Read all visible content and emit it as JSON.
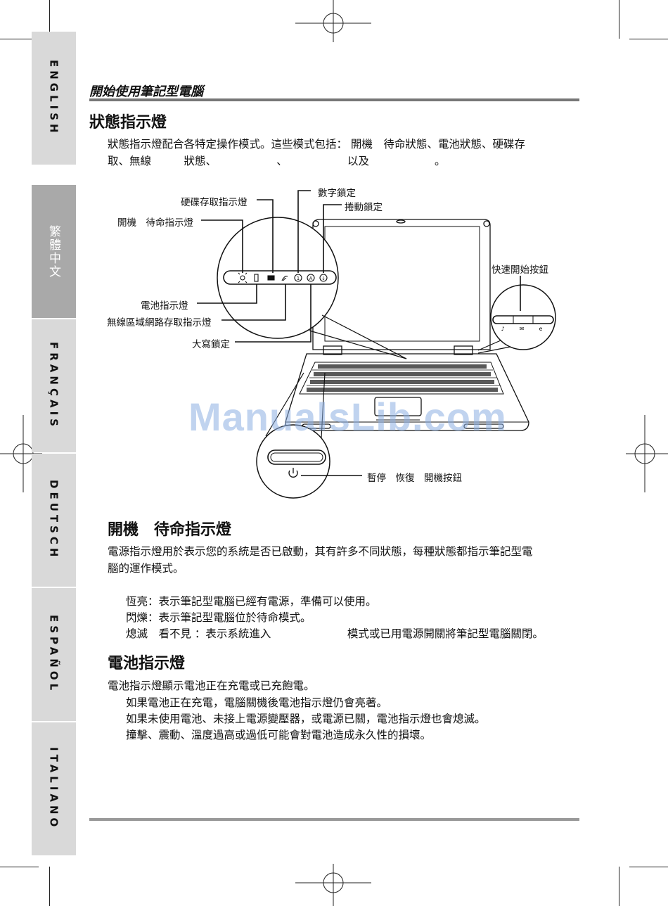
{
  "header": {
    "title": "開始使用筆記型電腦"
  },
  "tabs": [
    {
      "label": "ENGLISH",
      "active": false
    },
    {
      "label": "繁體中文",
      "active": true
    },
    {
      "label": "FRANÇAIS",
      "active": false
    },
    {
      "label": "DEUTSCH",
      "active": false
    },
    {
      "label": "ESPAÑOL",
      "active": false
    },
    {
      "label": "ITALIANO",
      "active": false
    }
  ],
  "status_section": {
    "heading": "狀態指示燈",
    "intro_line1": "狀態指示燈配合各特定操作模式。這些模式包括： 開機　待命狀態、電池狀態、硬碟存",
    "intro_line2": "取、無線　　　狀態、　　　　　　、　　　　　　以及　　　　　　。"
  },
  "diagram": {
    "hdd": "硬碟存取指示燈",
    "power_standby": "開機　待命指示燈",
    "num_lock": "數字鎖定",
    "scroll_lock": "捲動鎖定",
    "quick_start": "快速開始按鈕",
    "battery": "電池指示燈",
    "wlan": "無線區域網路存取指示燈",
    "caps_lock": "大寫鎖定",
    "power_button": "暫停　恢復　開機按鈕"
  },
  "watermark": "ManualsLib.com",
  "power_section": {
    "heading": "開機　待命指示燈",
    "para_line1": "電源指示燈用於表示您的系統是否已啟動，其有許多不同狀態，每種狀態都指示筆記型電",
    "para_line2": "腦的運作模式。",
    "items": [
      "恆亮：表示筆記型電腦已經有電源，準備可以使用。",
      "閃爍：表示筆記型電腦位於待命模式。",
      "熄滅　看不見 ：表示系統進入　　　　　　　模式或已用電源開關將筆記型電腦關閉。"
    ]
  },
  "battery_section": {
    "heading": "電池指示燈",
    "intro": "電池指示燈顯示電池正在充電或已充飽電。",
    "items": [
      "如果電池正在充電，電腦關機後電池指示燈仍會亮著。",
      "如果未使用電池、未接上電源變壓器，或電源已關，電池指示燈也會熄滅。",
      "撞擊、震動、溫度過高或過低可能會對電池造成永久性的損壞。"
    ]
  }
}
